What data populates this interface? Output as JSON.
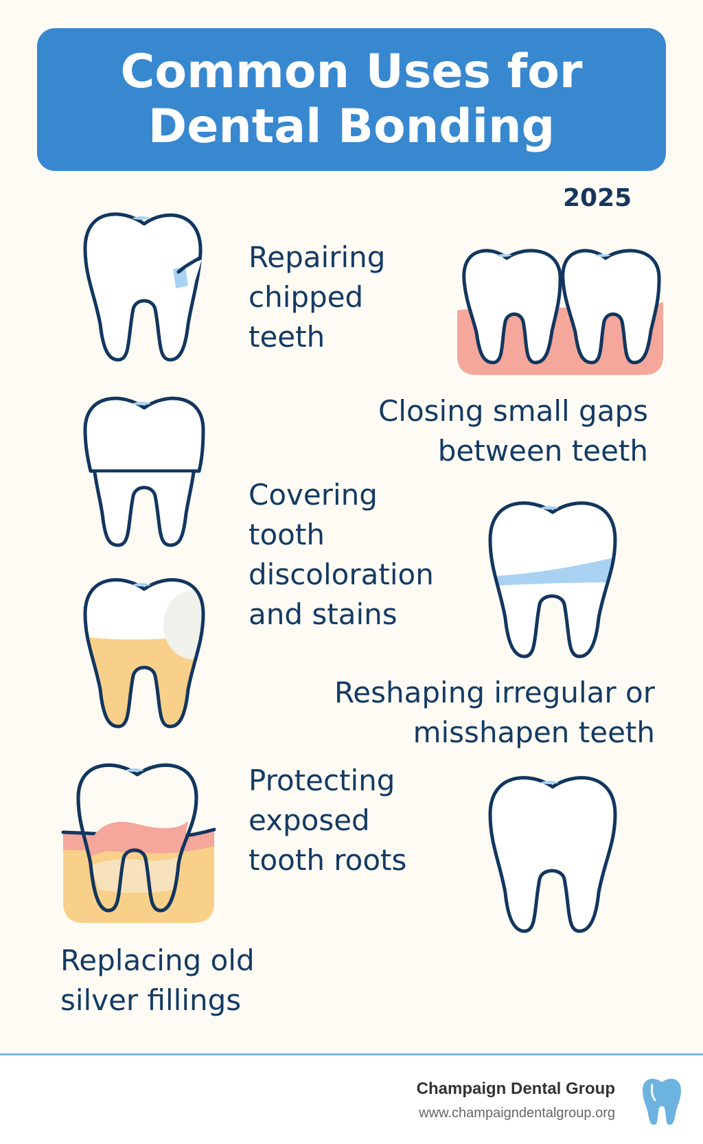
{
  "header": {
    "title": "Common Uses for Dental Bonding",
    "year": "2025"
  },
  "uses": [
    {
      "label": "Repairing\nchipped\nteeth",
      "icon": "chipped-tooth-icon"
    },
    {
      "label": "Closing small gaps\nbetween teeth",
      "icon": "gapped-teeth-icon"
    },
    {
      "label": "Covering\ntooth\ndiscoloration\nand stains",
      "icon": "stained-tooth-icon"
    },
    {
      "label": "Reshaping irregular or\nmisshapen teeth",
      "icon": "reshaped-tooth-icon"
    },
    {
      "label": "Protecting\nexposed\ntooth roots",
      "icon": "exposed-root-tooth-icon"
    },
    {
      "label": "Replacing old\nsilver fillings",
      "icon": "plain-tooth-icon"
    }
  ],
  "footer": {
    "brand_name": "Champaign Dental Group",
    "brand_url": "www.champaigndentalgroup.org",
    "brand_icon": "tooth-logo-icon"
  },
  "colors": {
    "banner": "#3888d0",
    "outline": "#12365f",
    "gum": "#f4a79a",
    "stain": "#f9d08a",
    "highlight": "#a9d2f2",
    "footer_line": "#79b4e6",
    "logo": "#6cb3e0"
  }
}
